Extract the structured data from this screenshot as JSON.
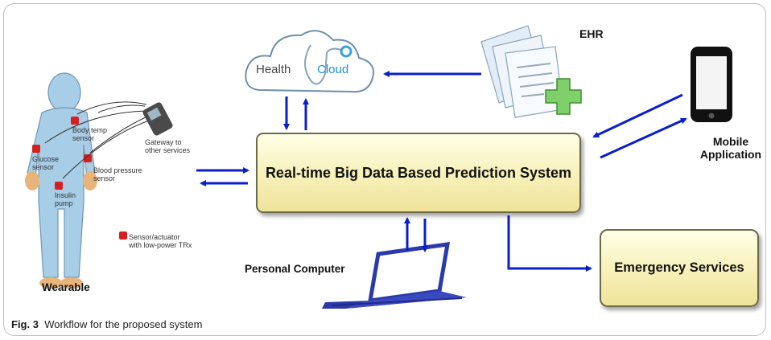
{
  "main_box": {
    "label": "Real-time Big Data Based Prediction System"
  },
  "emergency_box": {
    "label": "Emergency Services"
  },
  "cloud": {
    "word1": "Health",
    "word2": "Cloud"
  },
  "ehr": {
    "label": "EHR"
  },
  "mobile": {
    "label_line1": "Mobile",
    "label_line2": "Application"
  },
  "computer": {
    "label": "Personal Computer"
  },
  "wearable": {
    "label": "Wearable",
    "sensors": {
      "body_temp": [
        "Body temp",
        "sensor"
      ],
      "glucose": [
        "Glucose",
        "sensor"
      ],
      "blood_pressure": [
        "Blood pressure",
        "sensor"
      ],
      "insulin": [
        "Insulin",
        "pump"
      ]
    },
    "gateway": [
      "Gateway to",
      "other services"
    ],
    "legend": [
      "Sensor/actuator",
      "with low-power TRx"
    ]
  },
  "caption": {
    "fig_label": "Fig. 3",
    "text": "Workflow for the proposed system"
  },
  "colors": {
    "arrow": "#0a1ecc",
    "box_fill": "#f7f0b8",
    "sensor": "#d81e1e",
    "body": "#a8cde6",
    "cloud_text": "#1f8fd6"
  }
}
